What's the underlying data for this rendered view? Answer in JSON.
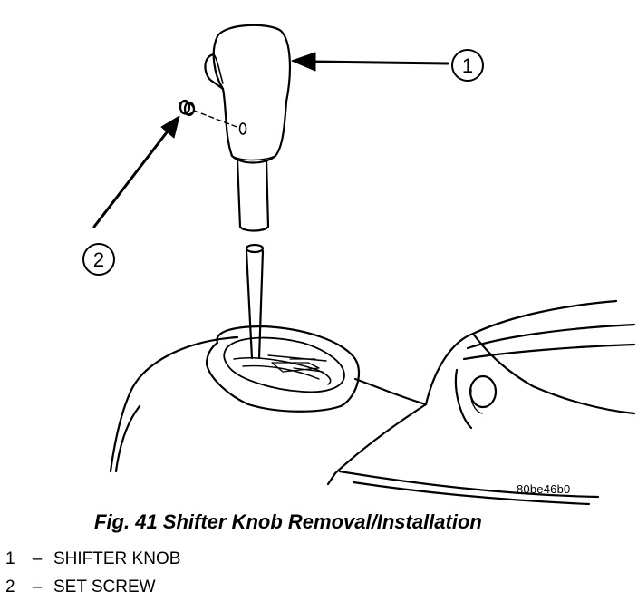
{
  "callouts": [
    {
      "number": "1",
      "label": "SHIFTER KNOB"
    },
    {
      "number": "2",
      "label": "SET SCREW"
    }
  ],
  "legend_separator": "–",
  "figure_code": "80be46b0",
  "caption": "Fig. 41 Shifter Knob Removal/Installation",
  "colors": {
    "ink": "#000000",
    "paper": "#ffffff"
  }
}
